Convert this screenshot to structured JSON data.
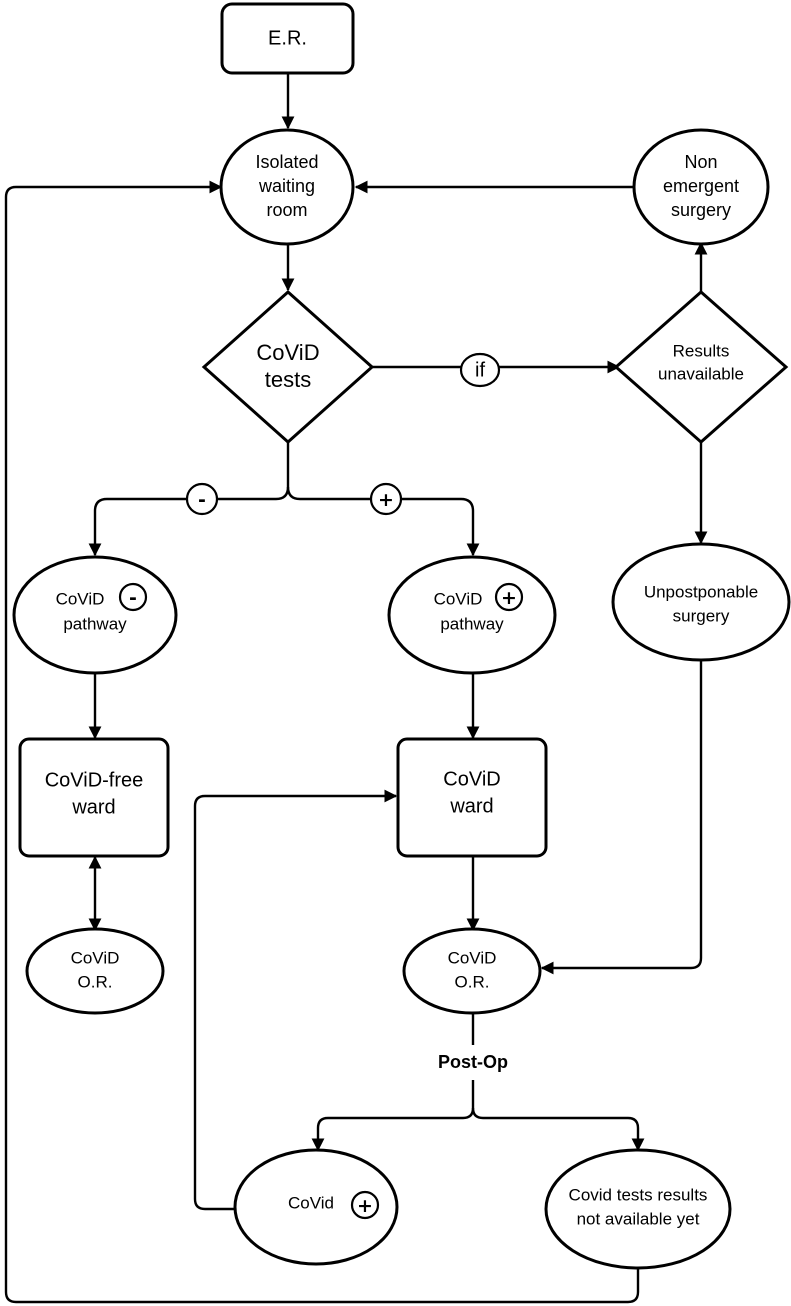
{
  "nodes": {
    "er": {
      "lines": [
        "E.R."
      ]
    },
    "isolated_waiting_room": {
      "lines": [
        "Isolated",
        "waiting",
        "room"
      ]
    },
    "non_emergent_surgery": {
      "lines": [
        "Non",
        "emergent",
        "surgery"
      ]
    },
    "covid_tests": {
      "lines": [
        "CoViD",
        "tests"
      ]
    },
    "results_unavailable": {
      "lines": [
        "Results",
        "unavailable"
      ]
    },
    "covid_negative_pathway": {
      "prefix": "CoViD",
      "sign": "-",
      "line2": "pathway"
    },
    "covid_positive_pathway": {
      "prefix": "CoViD",
      "sign": "+",
      "line2": "pathway"
    },
    "unpostponable_surgery": {
      "lines": [
        "Unpostponable",
        "surgery"
      ]
    },
    "covid_free_ward": {
      "lines": [
        "CoViD-free",
        "ward"
      ]
    },
    "covid_ward": {
      "lines": [
        "CoViD",
        "ward"
      ]
    },
    "covid_or_left": {
      "lines": [
        "CoViD",
        "O.R."
      ]
    },
    "covid_or_right": {
      "lines": [
        "CoViD",
        "O.R."
      ]
    },
    "covid_positive_postop": {
      "prefix": "CoVid",
      "sign": "+"
    },
    "tests_not_available": {
      "lines": [
        "Covid tests results",
        "not available yet"
      ]
    }
  },
  "edge_labels": {
    "if": "if",
    "negative": "-",
    "positive": "+",
    "post_op": "Post-Op"
  }
}
